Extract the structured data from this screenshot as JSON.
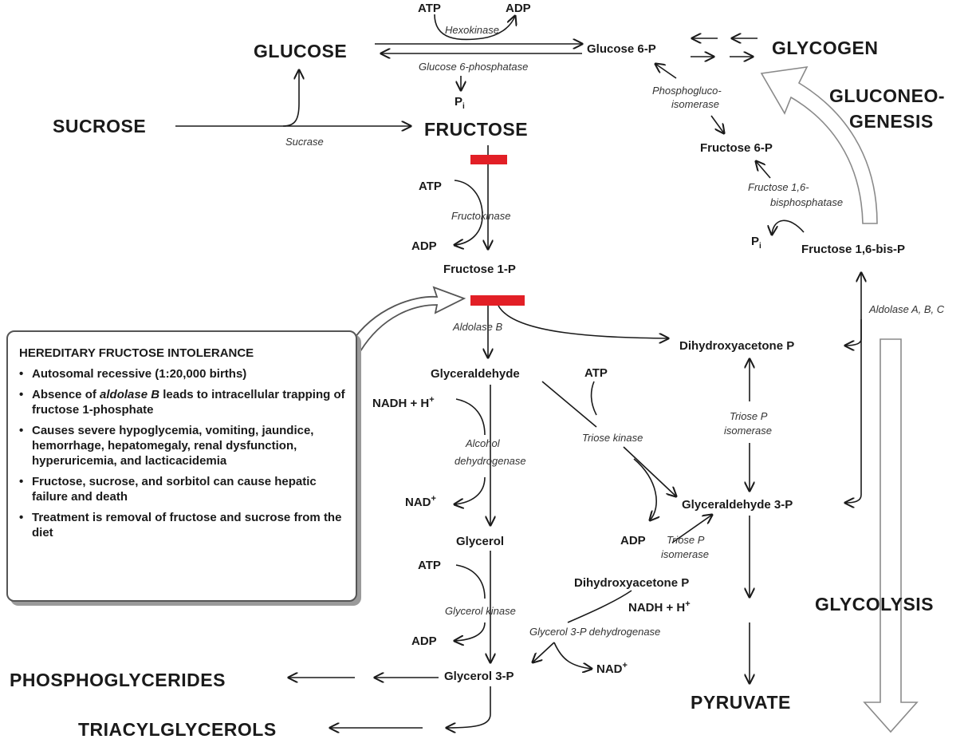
{
  "compounds": {
    "glucose": "GLUCOSE",
    "glycogen": "GLYCOGEN",
    "sucrose": "SUCROSE",
    "fructose": "FRUCTOSE",
    "glucose6p": "Glucose 6-P",
    "fructose6p": "Fructose 6-P",
    "fructose16bisp": "Fructose 1,6-bis-P",
    "fructose1p": "Fructose 1-P",
    "dihydroxyacetone_p": "Dihydroxyacetone P",
    "dihydroxyacetone_p2": "Dihydroxyacetone P",
    "glyceraldehyde": "Glyceraldehyde",
    "glyceraldehyde3p": "Glyceraldehyde 3-P",
    "glycerol": "Glycerol",
    "glycerol3p": "Glycerol 3-P",
    "phosphoglycerides": "PHOSPHOGLYCERIDES",
    "triacylglycerols": "TRIACYLGLYCEROLS",
    "pyruvate": "PYRUVATE",
    "gluconeogenesis_1": "GLUCONEO-",
    "gluconeogenesis_2": "GENESIS",
    "glycolysis": "GLYCOLYSIS"
  },
  "cofactors": {
    "atp_hex": "ATP",
    "adp_hex": "ADP",
    "pi_glc": "P",
    "pi_glc_sub": "i",
    "atp_fk": "ATP",
    "adp_fk": "ADP",
    "pi_fbp": "P",
    "pi_fbp_sub": "i",
    "atp_tk": "ATP",
    "adp_tk": "ADP",
    "nadh_adh": "NADH + H",
    "nadh_adh_sup": "+",
    "nad_adh": "NAD",
    "nad_adh_sup": "+",
    "atp_gk": "ATP",
    "adp_gk": "ADP",
    "nadh_g3pdh": "NADH + H",
    "nadh_g3pdh_sup": "+",
    "nad_g3pdh": "NAD",
    "nad_g3pdh_sup": "+"
  },
  "enzymes": {
    "hexokinase": "Hexokinase",
    "glucose6phosphatase": "Glucose 6-phosphatase",
    "sucrase": "Sucrase",
    "phosphogluco_1": "Phosphogluco-",
    "phosphogluco_2": "isomerase",
    "fbpase_1": "Fructose 1,6-",
    "fbpase_2": "bisphosphatase",
    "fructokinase": "Fructokinase",
    "aldolase_b": "Aldolase B",
    "aldolase_abc": "Aldolase A, B, C",
    "triose_kinase": "Triose kinase",
    "tpi1_1": "Triose P",
    "tpi1_2": "isomerase",
    "tpi2_1": "Triose P",
    "tpi2_2": "isomerase",
    "adh_1": "Alcohol",
    "adh_2": "dehydrogenase",
    "glycerol_kinase": "Glycerol kinase",
    "g3pdh": "Glycerol 3-P dehydrogenase"
  },
  "info_box": {
    "title": "HEREDITARY FRUCTOSE INTOLERANCE",
    "bullets": [
      {
        "text": "Autosomal recessive (1:20,000 births)"
      },
      {
        "pre": "Absence of ",
        "em": "aldolase B",
        "post": " leads to intracellular trapping of fructose 1-phosphate"
      },
      {
        "text": "Causes severe hypoglycemia, vomiting, jaundice, hemorrhage, hepatomegaly, renal dysfunction, hyperuricemia, and lacticacidemia"
      },
      {
        "text": "Fructose, sucrose, and sorbitol can cause hepatic failure and death"
      },
      {
        "text": "Treatment is removal of fructose and sucrose from the diet"
      }
    ]
  },
  "colors": {
    "block": "#e21f26",
    "line": "#1a1a1a",
    "hollow_arrow": "#9a9a9a"
  }
}
